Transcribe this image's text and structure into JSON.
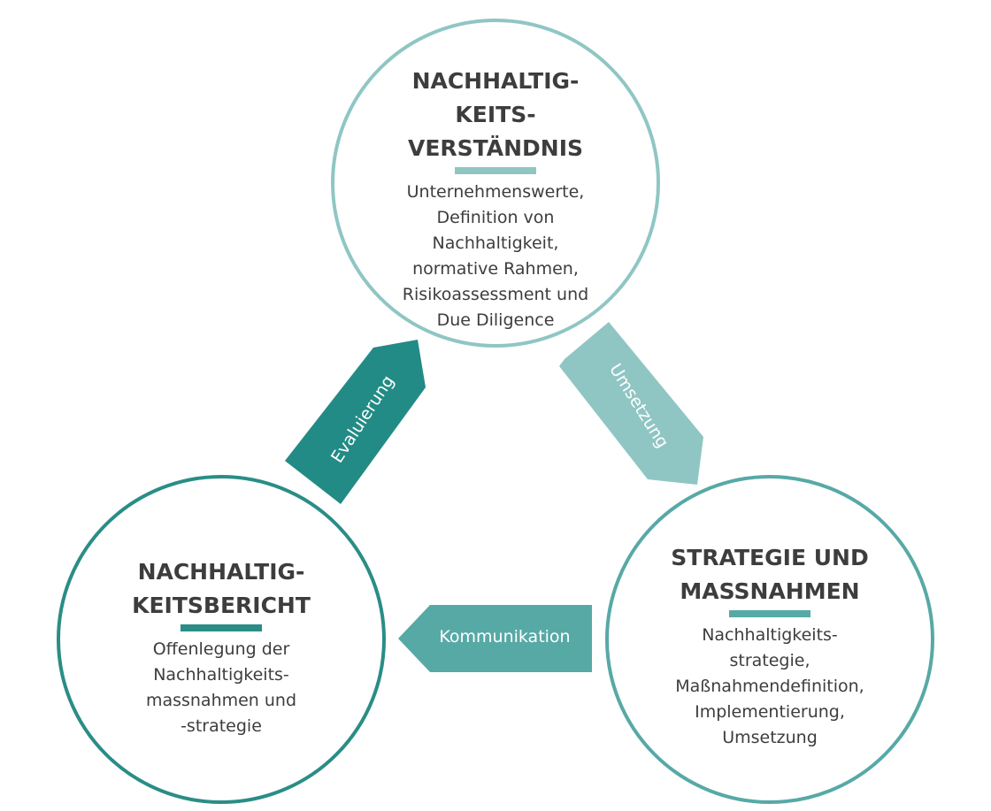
{
  "nodes": {
    "top": {
      "title": "NACHHALTIG-\nKEITS-\nVERSTÄNDNIS",
      "description": "Unternehmenswerte,\nDefinition von\nNachhaltigkeit,\nnormative Rahmen,\nRisikoassessment und\nDue Diligence",
      "color": "#8fc6c4"
    },
    "right": {
      "title": "STRATEGIE UND\nMASSNAHMEN",
      "description": "Nachhaltigkeits-\nstrategie,\nMaßnahmendefinition,\nImplementierung,\nUmsetzung",
      "color": "#57a9a6"
    },
    "left": {
      "title": "NACHHALTIG-\nKEITSBERICHT",
      "description": "Offenlegung der\nNachhaltigkeits-\nmassnahmen und\n-strategie",
      "color": "#2a8d86"
    }
  },
  "arrows": {
    "umsetzung": {
      "label": "Umsetzung",
      "color": "#8fc6c4"
    },
    "kommunikation": {
      "label": "Kommunikation",
      "color": "#57a9a6"
    },
    "evaluierung": {
      "label": "Evaluierung",
      "color": "#228b85"
    }
  }
}
